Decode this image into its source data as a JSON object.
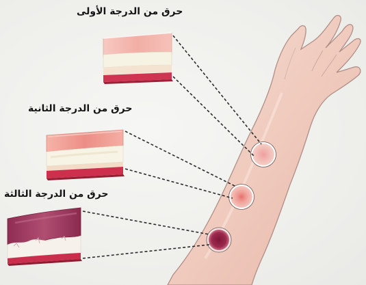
{
  "labels": {
    "first_degree": "حرق من الدرجة الأولى",
    "second_degree": "حرق من الدرجة الثانية",
    "third_degree": "حرق من الدرجة الثالثة"
  },
  "colors": {
    "background": "#f1f0ee",
    "skin": "#f0cfc3",
    "skin_outline": "#a88880",
    "first_degree_surface": "#f3b9b1",
    "second_degree_surface": "#ef9d92",
    "third_degree_surface": "#9b3c5e",
    "dermis_white": "#f6f5e6",
    "base_red": "#c92f4d",
    "leader_line": "#2a2a2a"
  },
  "icons": {
    "first_degree_sample": "first-degree-tissue-block",
    "second_degree_sample": "second-degree-tissue-block",
    "third_degree_sample": "third-degree-tissue-block",
    "arm": "forearm-and-hand"
  }
}
